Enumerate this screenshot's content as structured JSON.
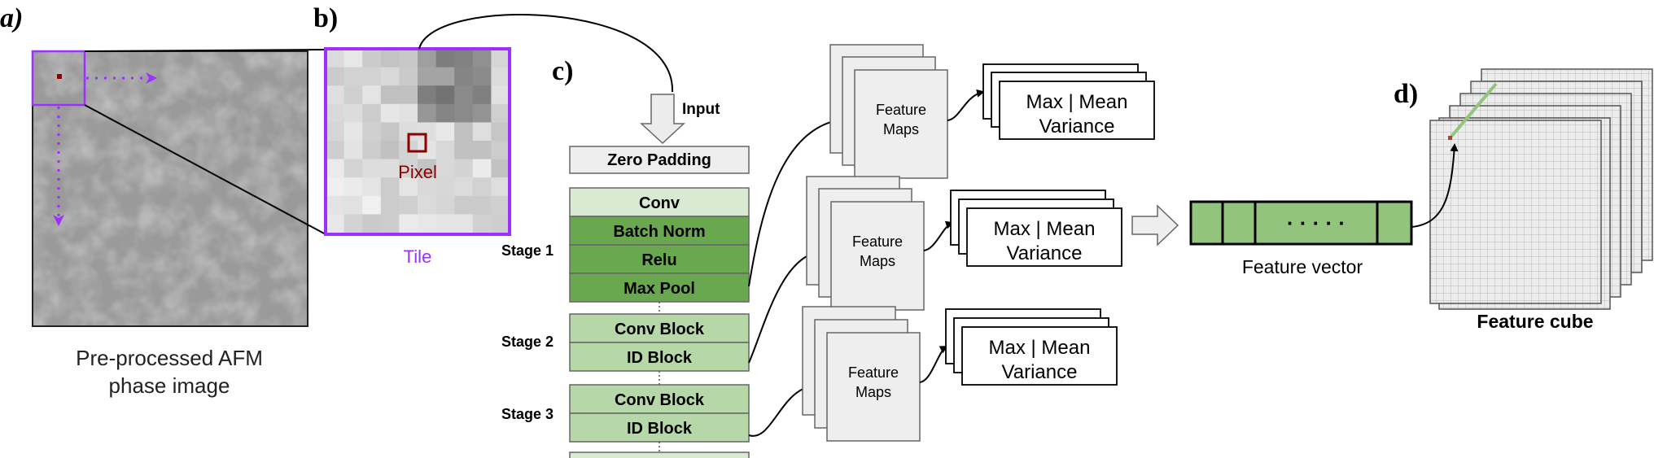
{
  "panel_labels": {
    "a": "a)",
    "b": "b)",
    "c": "c)",
    "d": "d)"
  },
  "panel_a": {
    "caption_line1": "Pre-processed AFM",
    "caption_line2": "phase image"
  },
  "panel_b": {
    "pixel_label": "Pixel",
    "tile_label": "Tile"
  },
  "network": {
    "input_label": "Input",
    "zero_padding": "Zero Padding",
    "stage1_label": "Stage 1",
    "stage1_layers": [
      "Conv",
      "Batch Norm",
      "Relu",
      "Max Pool"
    ],
    "stage2_label": "Stage 2",
    "stage2_layers": [
      "Conv Block",
      "ID Block"
    ],
    "stage3_label": "Stage 3",
    "stage3_layers": [
      "Conv Block",
      "ID Block"
    ]
  },
  "feature_maps": {
    "label_line1": "Feature",
    "label_line2": "Maps",
    "stats_line1": "Max | Mean",
    "stats_line2": "Variance"
  },
  "feature_vector": {
    "label": "Feature vector",
    "dots": "· · · · ·"
  },
  "feature_cube": {
    "label": "Feature cube"
  },
  "colors": {
    "purple": "#9b30ff",
    "dark_red": "#8b0000",
    "light_green": "#d9ead3",
    "mid_green": "#b6d7a8",
    "dark_green": "#6aa84f",
    "vector_green": "#93c47d",
    "box_gray": "#eeeeee"
  }
}
